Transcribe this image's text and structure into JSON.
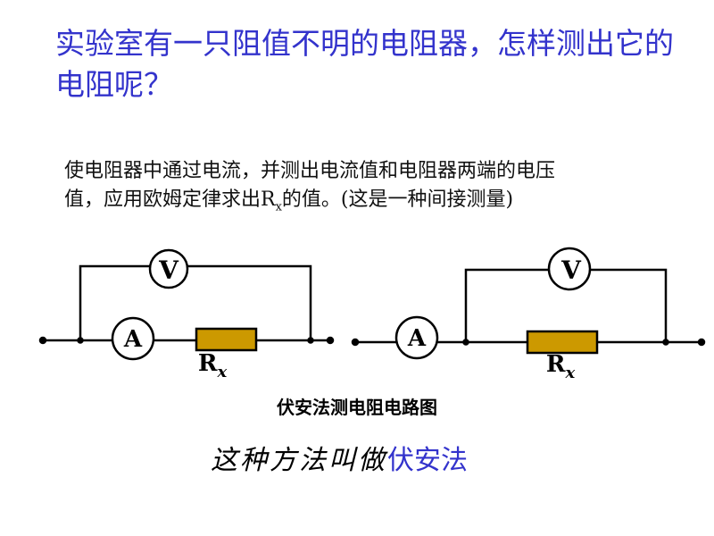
{
  "title": "实验室有一只阻值不明的电阻器，怎样测出它的电阻呢？",
  "description": {
    "line1": "使电阻器中通过电流，并测出电流值和电阻器两端的电压",
    "line2_before": "值，应用欧姆定律求出R",
    "line2_sub": "x",
    "line2_after": "的值。(这是一种间接测量)"
  },
  "circuits": [
    {
      "voltmeter": "V",
      "ammeter": "A",
      "resistor_main": "R",
      "resistor_sub": "x"
    },
    {
      "voltmeter": "V",
      "ammeter": "A",
      "resistor_main": "R",
      "resistor_sub": "x"
    }
  ],
  "caption": "伏安法测电阻电路图",
  "method": {
    "lead": "这种方法叫做",
    "name": "伏安法"
  },
  "colors": {
    "title": "#3333cc",
    "resistor": "#cc9900",
    "wire": "#000000"
  }
}
